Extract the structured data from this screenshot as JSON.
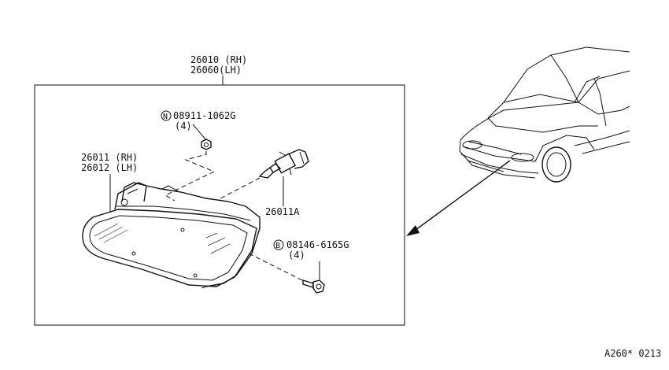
{
  "assembly": {
    "part_rh": "26010 (RH)",
    "part_lh": "26060(LH)"
  },
  "lamp_housing": {
    "part_rh": "26011 (RH)",
    "part_lh": "26012 (LH)"
  },
  "nut": {
    "symbol": "N",
    "part_number": "08911-1062G",
    "qty": "(4)"
  },
  "bulb": {
    "part_number": "26011A"
  },
  "bolt": {
    "symbol": "B",
    "part_number": "08146-6165G",
    "qty": "(4)"
  },
  "figure_code": "A260* 0213"
}
